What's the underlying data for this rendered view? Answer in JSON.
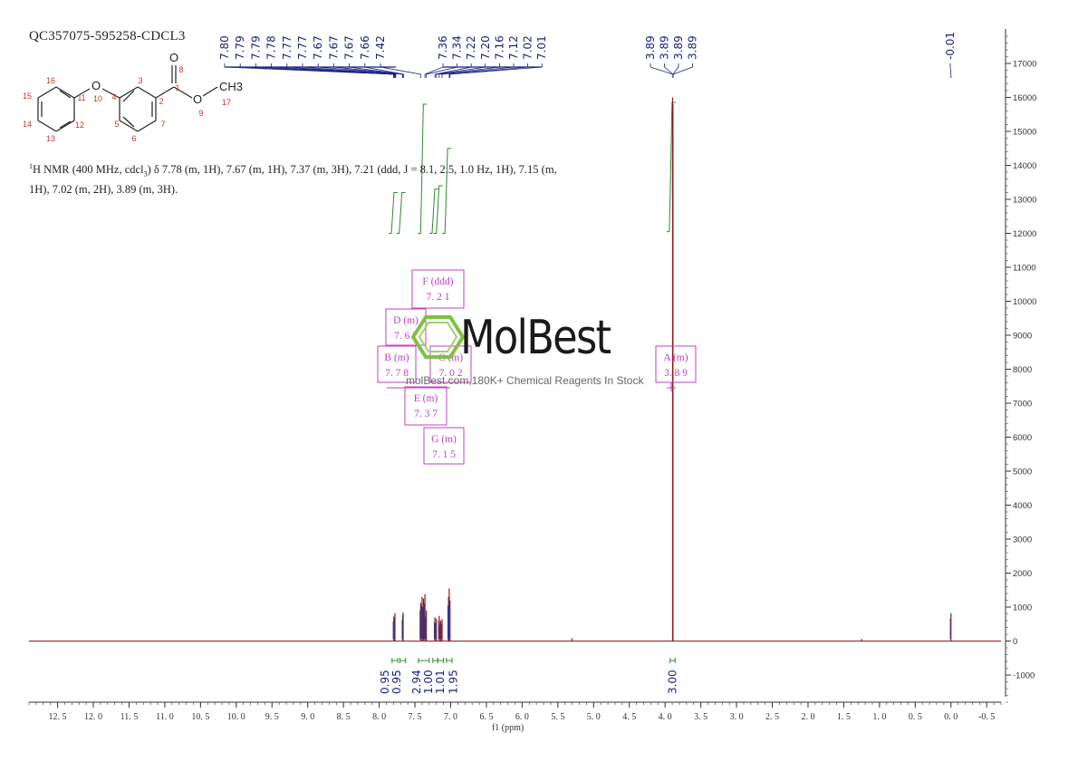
{
  "sample_id": "QC357075-595258-CDCL3",
  "nmr_description": {
    "prefix": "H NMR (400 MHz, cdcl",
    "sub": "3",
    "text": ") δ 7.78 (m, 1H), 7.67 (m, 1H), 7.37 (m, 3H), 7.21 (ddd, J = 8.1, 2.5, 1.0 Hz, 1H), 7.15 (m, 1H), 7.02 (m, 2H), 3.89 (m, 3H).",
    "sup": "1"
  },
  "watermark": {
    "brand": "MolBest",
    "tagline": "molBest.com,180K+ Chemical Reagents In Stock"
  },
  "molecule": {
    "atoms": [
      {
        "id": "1",
        "label": "1"
      },
      {
        "id": "2",
        "label": "2"
      },
      {
        "id": "3",
        "label": "3"
      },
      {
        "id": "4",
        "label": "4"
      },
      {
        "id": "5",
        "label": "5"
      },
      {
        "id": "6",
        "label": "6"
      },
      {
        "id": "7",
        "label": "7"
      },
      {
        "id": "8",
        "label": "8"
      },
      {
        "id": "9",
        "label": "9"
      },
      {
        "id": "10",
        "label": "10"
      },
      {
        "id": "11",
        "label": "11"
      },
      {
        "id": "12",
        "label": "12"
      },
      {
        "id": "13",
        "label": "13"
      },
      {
        "id": "14",
        "label": "14"
      },
      {
        "id": "15",
        "label": "15"
      },
      {
        "id": "16",
        "label": "16"
      },
      {
        "id": "17",
        "label": "17"
      }
    ],
    "heteroatoms": [
      "O",
      "O",
      "O"
    ],
    "methyl_label": "CH3"
  },
  "chart_data": {
    "type": "line",
    "title": "",
    "xlabel": "f1 (ppm)",
    "ylabel": "",
    "xlim": [
      12.9,
      -0.7
    ],
    "ylim": [
      -1800,
      17800
    ],
    "x_ticks": [
      "12.5",
      "12.0",
      "11.5",
      "11.0",
      "10.5",
      "10.0",
      "9.5",
      "9.0",
      "8.5",
      "8.0",
      "7.5",
      "7.0",
      "6.5",
      "6.0",
      "5.5",
      "5.0",
      "4.5",
      "4.0",
      "3.5",
      "3.0",
      "2.5",
      "2.0",
      "1.5",
      "1.0",
      "0.5",
      "0.0",
      "-0.5"
    ],
    "y_ticks": [
      "-1000",
      "0",
      "1000",
      "2000",
      "3000",
      "4000",
      "5000",
      "6000",
      "7000",
      "8000",
      "9000",
      "10000",
      "11000",
      "12000",
      "13000",
      "14000",
      "15000",
      "16000",
      "17000"
    ],
    "colors": {
      "spectrum": "#8b1a1a",
      "integral": "#2e8b2e",
      "peak_label": "#1a237e",
      "multiplet_box": "#c040c0",
      "axis": "#333333"
    },
    "peaks": [
      {
        "ppm": 7.795,
        "height": 720
      },
      {
        "ppm": 7.78,
        "height": 820
      },
      {
        "ppm": 7.67,
        "height": 760
      },
      {
        "ppm": 7.665,
        "height": 840
      },
      {
        "ppm": 7.42,
        "height": 1120
      },
      {
        "ppm": 7.4,
        "height": 1300
      },
      {
        "ppm": 7.38,
        "height": 1250
      },
      {
        "ppm": 7.36,
        "height": 1380
      },
      {
        "ppm": 7.34,
        "height": 900
      },
      {
        "ppm": 7.22,
        "height": 700
      },
      {
        "ppm": 7.2,
        "height": 650
      },
      {
        "ppm": 7.16,
        "height": 740
      },
      {
        "ppm": 7.14,
        "height": 600
      },
      {
        "ppm": 7.12,
        "height": 640
      },
      {
        "ppm": 7.03,
        "height": 1300
      },
      {
        "ppm": 7.02,
        "height": 1550
      },
      {
        "ppm": 7.01,
        "height": 1200
      },
      {
        "ppm": 5.3,
        "height": 80
      },
      {
        "ppm": 3.895,
        "height": 16000
      },
      {
        "ppm": 3.89,
        "height": 15800
      },
      {
        "ppm": 1.25,
        "height": 60
      },
      {
        "ppm": 0.0,
        "height": 820
      }
    ],
    "peak_labels_group1": [
      "7.80",
      "7.79",
      "7.79",
      "7.78",
      "7.77",
      "7.77",
      "7.67",
      "7.67",
      "7.67",
      "7.66",
      "7.42"
    ],
    "peak_labels_group2": [
      "7.36",
      "7.34",
      "7.22",
      "7.20",
      "7.16",
      "7.12",
      "7.02",
      "7.01"
    ],
    "peak_labels_group3": [
      "3.89",
      "3.89",
      "3.89",
      "3.89"
    ],
    "peak_labels_group4": [
      "-0.01"
    ],
    "multiplets": [
      {
        "letter": "A",
        "mult": "(m)",
        "shift": "3.89"
      },
      {
        "letter": "B",
        "mult": "(m)",
        "shift": "7.78"
      },
      {
        "letter": "C",
        "mult": "(m)",
        "shift": "7.02"
      },
      {
        "letter": "D",
        "mult": "(m)",
        "shift": "7.67"
      },
      {
        "letter": "E",
        "mult": "(m)",
        "shift": "7.37"
      },
      {
        "letter": "F",
        "mult": "(ddd)",
        "shift": "7.21"
      },
      {
        "letter": "G",
        "mult": "(m)",
        "shift": "7.15"
      }
    ],
    "integrals": [
      {
        "from": 7.82,
        "to": 7.74,
        "value": "0.95"
      },
      {
        "from": 7.71,
        "to": 7.63,
        "value": "0.95"
      },
      {
        "from": 7.45,
        "to": 7.3,
        "value": "2.94"
      },
      {
        "from": 7.25,
        "to": 7.18,
        "value": "1.00"
      },
      {
        "from": 7.18,
        "to": 7.1,
        "value": "1.01"
      },
      {
        "from": 7.06,
        "to": 6.98,
        "value": "1.95"
      },
      {
        "from": 3.93,
        "to": 3.86,
        "value": "3.00"
      }
    ]
  }
}
